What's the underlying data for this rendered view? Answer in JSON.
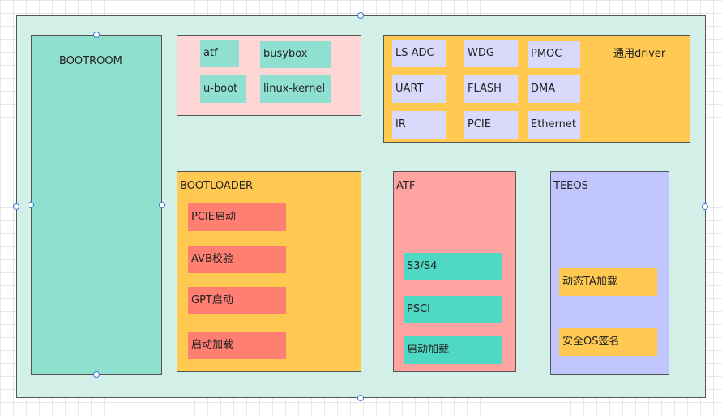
{
  "colors": {
    "canvas_fill": "#d2f0e8",
    "bootroom_fill": "#8fdfcf",
    "pink_fill": "#ffd6d6",
    "teal_chip": "#8fe0d0",
    "orange_fill": "#ffc952",
    "lavender_chip": "#d9d9fb",
    "salmon_chip": "#ff7f73",
    "atf_fill": "#ffa3a0",
    "aqua_chip": "#4fd8c4",
    "teeos_fill": "#c2c6ff",
    "border": "#555555",
    "handle": "#3c78d8"
  },
  "bootroom": {
    "label": "BOOTROOM"
  },
  "components": {
    "items": [
      "atf",
      "busybox",
      "u-boot",
      "linux-kernel"
    ]
  },
  "drivers": {
    "title": "通用driver",
    "items": [
      "LS ADC",
      "WDG",
      "PMOC",
      "UART",
      "FLASH",
      "DMA",
      "IR",
      "PCIE",
      "Ethernet"
    ]
  },
  "bootloader": {
    "title": "BOOTLOADER",
    "items": [
      "PCIE启动",
      "AVB校验",
      "GPT启动",
      "启动加载"
    ]
  },
  "atf": {
    "title": "ATF",
    "items": [
      "S3/S4",
      "PSCI",
      "启动加载"
    ]
  },
  "teeos": {
    "title": "TEEOS",
    "items": [
      "动态TA加载",
      "安全OS签名"
    ]
  }
}
